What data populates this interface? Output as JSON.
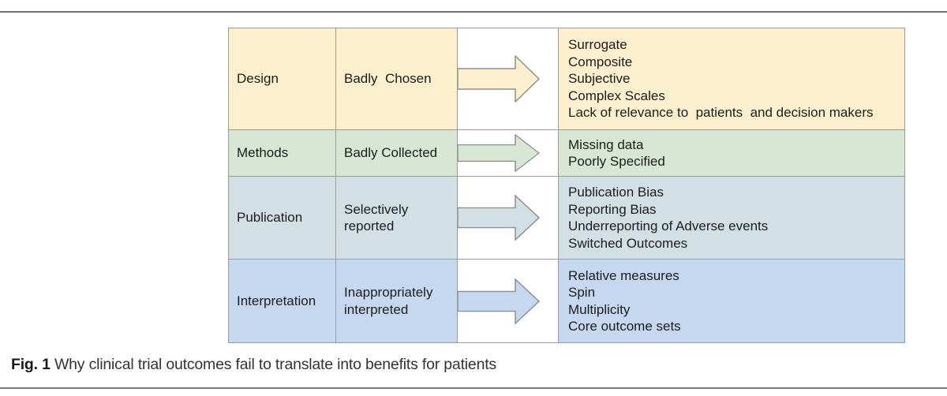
{
  "figure": {
    "caption_label": "Fig. 1",
    "caption_text": " Why clinical trial outcomes fail to translate into benefits for patients"
  },
  "colors": {
    "row_yellow": "#FCEFCE",
    "row_green": "#D7E7D4",
    "row_bluegray": "#D2E0E5",
    "row_blue": "#C6D8F0",
    "grid_border": "#9B9B9B",
    "arrow_stroke": "#8F8F8F",
    "rule_gray": "#6E6E6E"
  },
  "rows": [
    {
      "stage": "Design",
      "problem": "Badly  Chosen",
      "issues": "Surrogate\nComposite\nSubjective\nComplex Scales\nLack of relevance to  patients  and decision makers",
      "color": "#FCEFCE"
    },
    {
      "stage": "Methods",
      "problem": "Badly Collected",
      "issues": "Missing data\nPoorly Specified",
      "color": "#D7E7D4"
    },
    {
      "stage": "Publication",
      "problem": "Selectively reported",
      "issues": "Publication Bias\nReporting Bias\nUnderreporting of Adverse events\nSwitched Outcomes",
      "color": "#D2E0E5"
    },
    {
      "stage": "Interpretation",
      "problem": "Inappropriately interpreted",
      "issues": "Relative measures\nSpin\nMultiplicity\nCore outcome sets",
      "color": "#C6D8F0"
    }
  ]
}
